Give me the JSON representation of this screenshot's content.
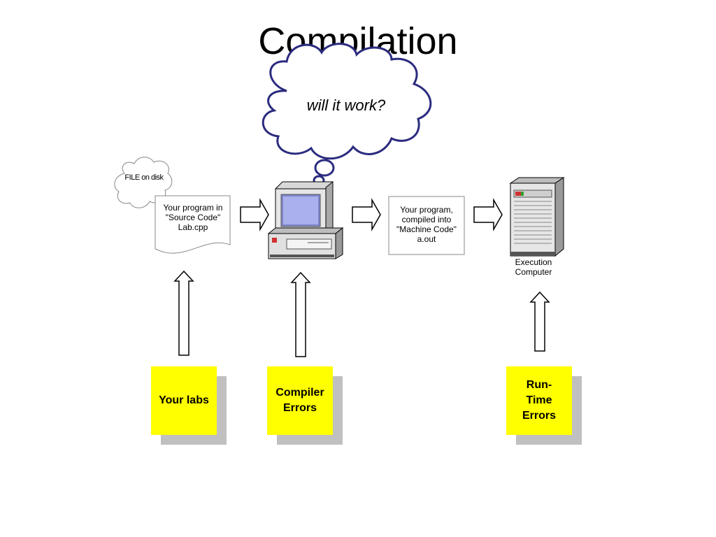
{
  "title": "Compilation",
  "thought": "will it work?",
  "file_cloud": "FILE on disk",
  "source_doc": {
    "line1": "Your program in",
    "line2": "\"Source Code\"",
    "line3": "Lab.cpp"
  },
  "machine_box": {
    "line1": "Your program,",
    "line2": "compiled into",
    "line3": "\"Machine Code\"",
    "line4": "a.out"
  },
  "execution_label": {
    "line1": "Execution",
    "line2": "Computer"
  },
  "notes": {
    "labs": "Your labs",
    "compiler_line1": "Compiler",
    "compiler_line2": "Errors",
    "runtime_line1": "Run-",
    "runtime_line2": "Time",
    "runtime_line3": "Errors"
  },
  "colors": {
    "note": "#ffff00",
    "cloud_stroke": "#2b2b7f",
    "shadow": "#c0c0c0"
  }
}
